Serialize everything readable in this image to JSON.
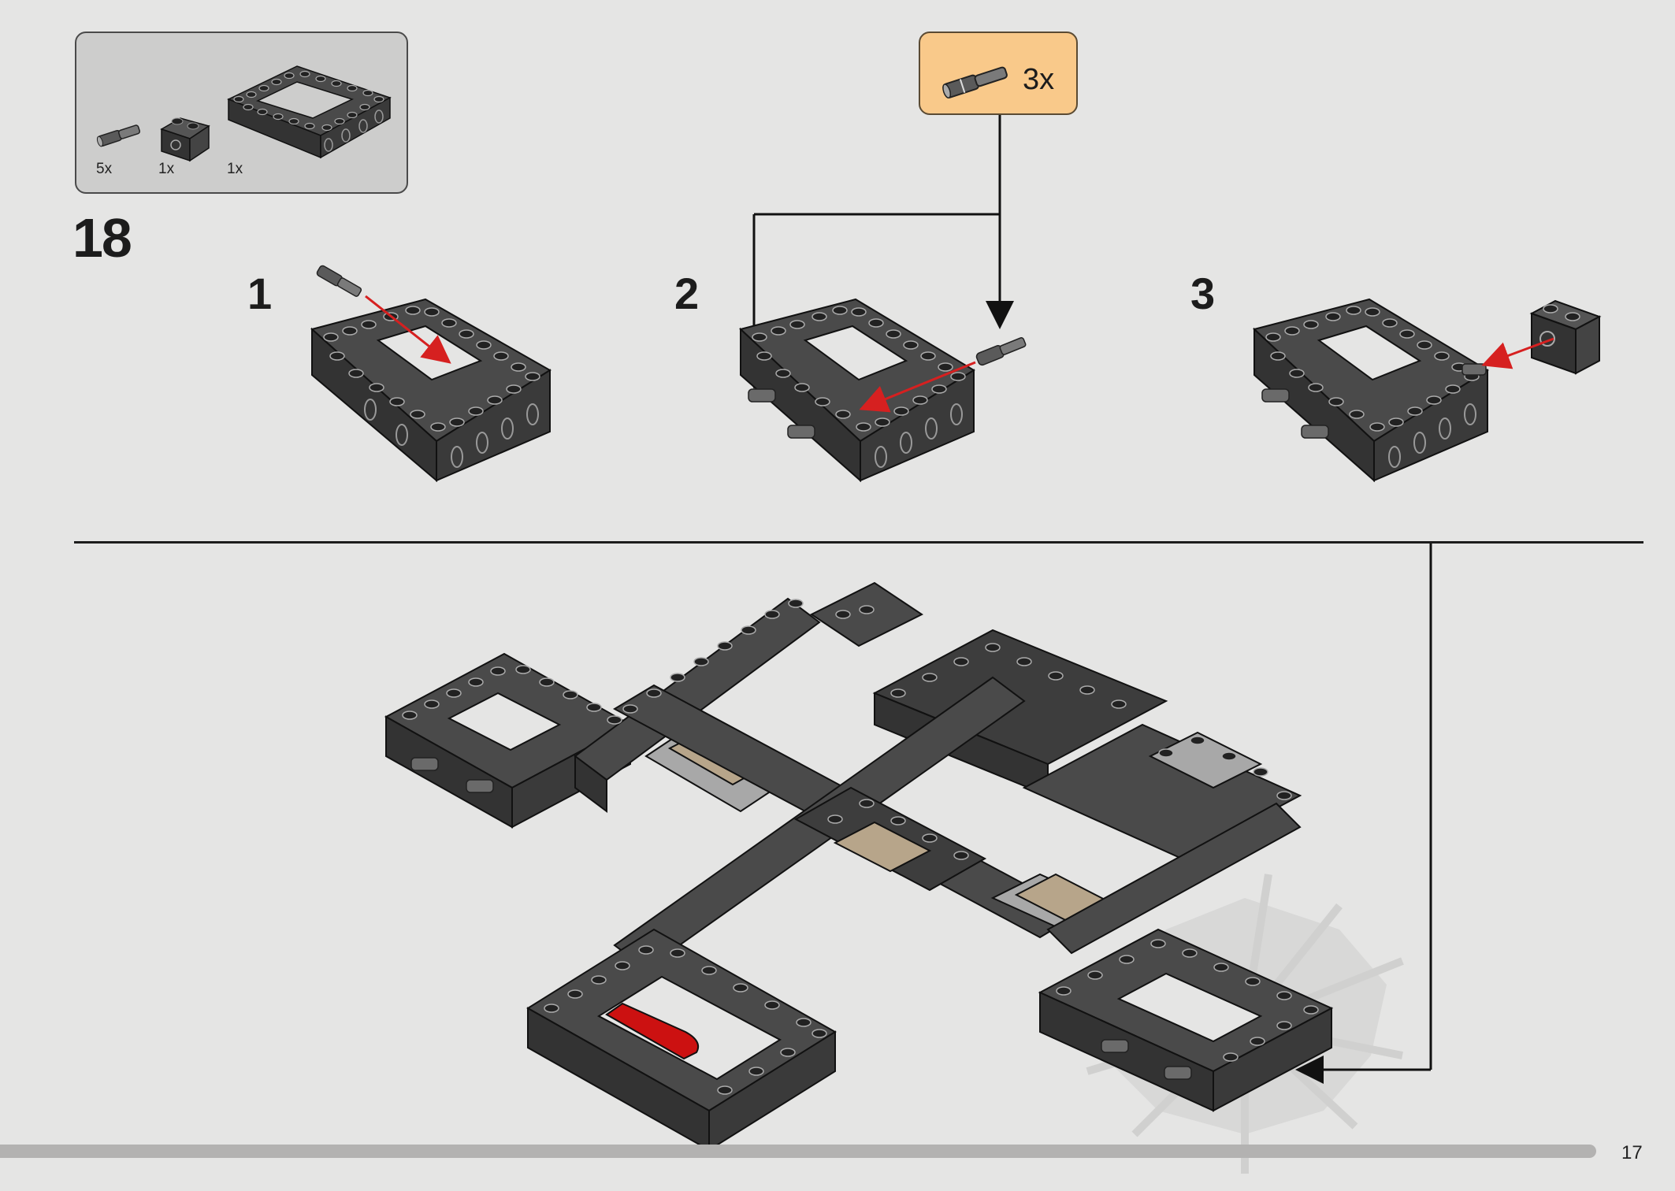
{
  "parts_list": {
    "items": [
      {
        "icon": "axle-pin-icon",
        "qty": "5x"
      },
      {
        "icon": "technic-brick-1x1-icon",
        "qty": "1x"
      },
      {
        "icon": "technic-frame-5x7-icon",
        "qty": "1x"
      }
    ]
  },
  "step": {
    "number": "18"
  },
  "callout": {
    "qty": "3x",
    "icon": "axle-pin-icon"
  },
  "sub_steps": [
    "1",
    "2",
    "3"
  ],
  "page": {
    "number": "17"
  },
  "colors": {
    "background": "#e5e5e4",
    "parts_box": "#cdcdcc",
    "callout": "#f9c98a",
    "brick_dark": "#3d3d3d",
    "brick_light_gray": "#a8a8a8",
    "tan": "#b7a58a",
    "red_arrow": "#d62020",
    "red_part": "#cc1111"
  }
}
